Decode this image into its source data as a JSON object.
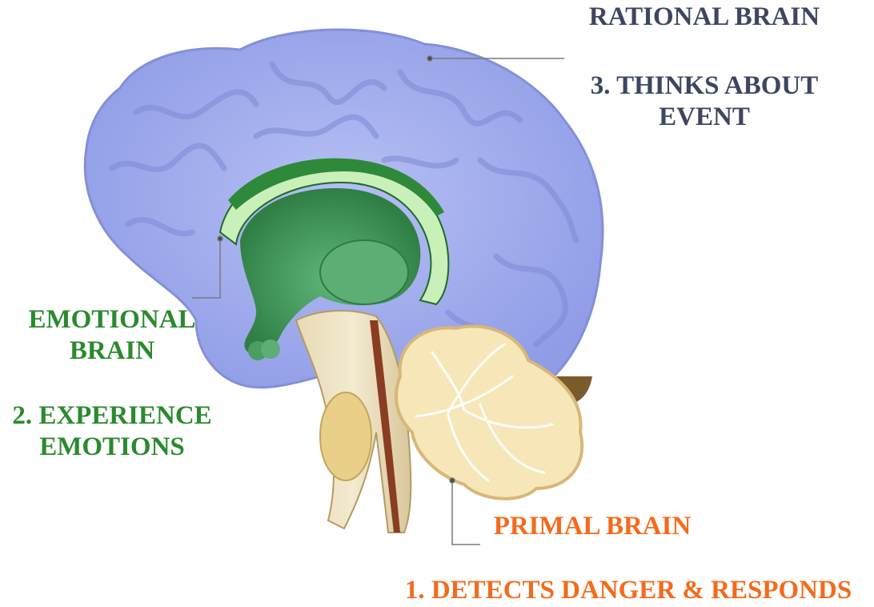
{
  "labels": {
    "rational": {
      "title": "RATIONAL BRAIN",
      "step": "3. THINKS ABOUT\nEVENT"
    },
    "emotional": {
      "title": "EMOTIONAL\nBRAIN",
      "step": "2. EXPERIENCE\nEMOTIONS"
    },
    "primal": {
      "title": "PRIMAL BRAIN",
      "step": "1. DETECTS DANGER & RESPONDS"
    }
  },
  "colors": {
    "rational": "#3c4660",
    "emotional": "#2b8a2e",
    "primal": "#f36b1c",
    "cortex": "#a9b4ee",
    "limbic": "#3f9a5b",
    "cerebellum": "#f4e3b0"
  }
}
